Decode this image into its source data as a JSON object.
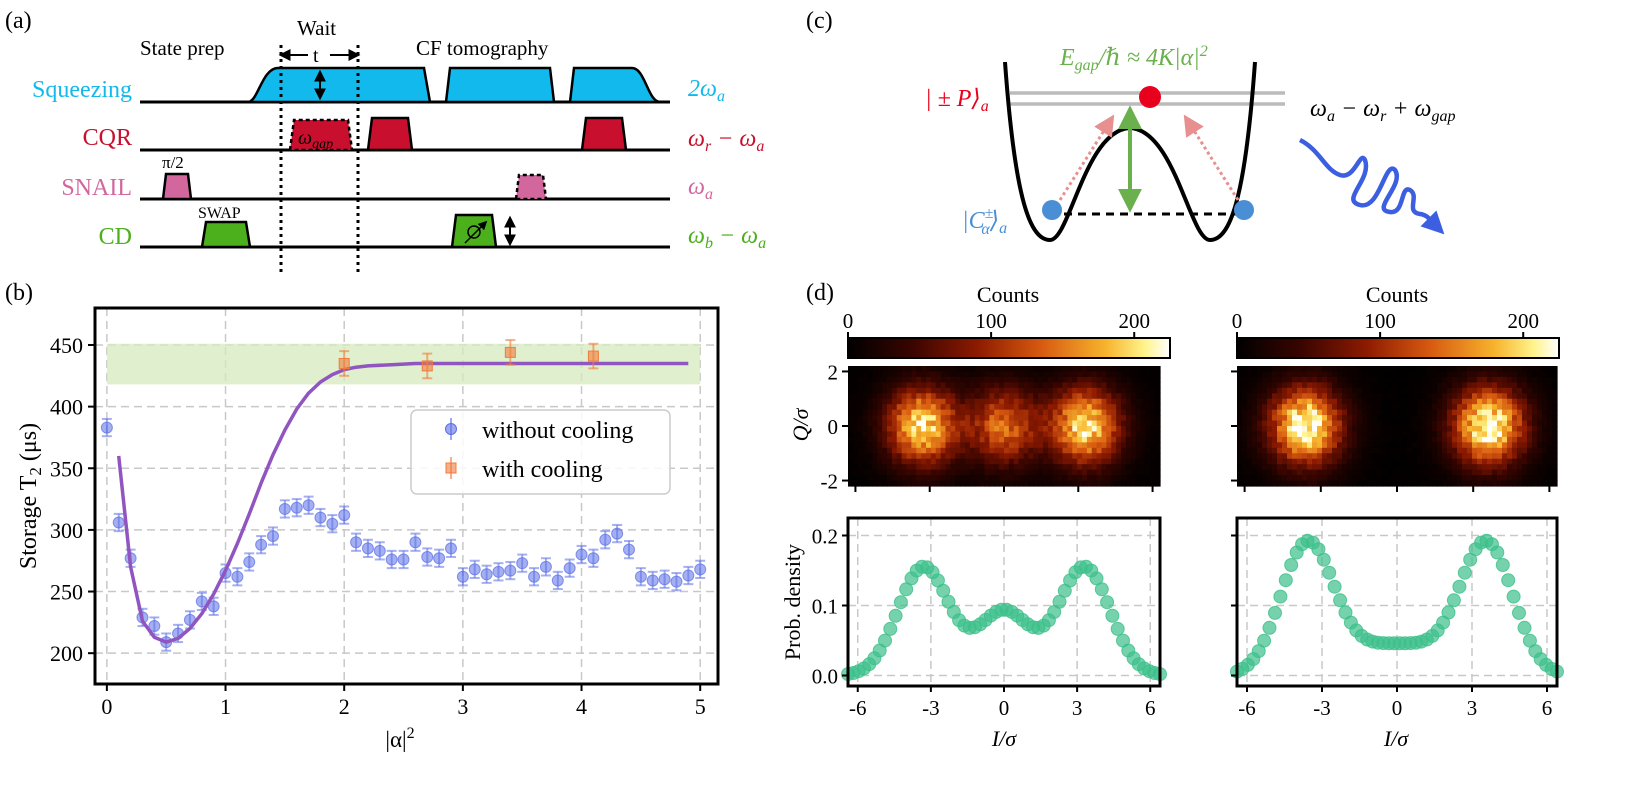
{
  "figure": {
    "panel_labels": {
      "a": "(a)",
      "b": "(b)",
      "c": "(c)",
      "d": "(d)"
    }
  },
  "panel_a": {
    "channels": [
      {
        "name": "Squeezing",
        "freq_label": "2ω",
        "freq_sub": "a",
        "color": "#12b9ec"
      },
      {
        "name": "CQR",
        "freq_label": "ω",
        "freq_sub": "r",
        "freq_rest": " − ω",
        "freq_sub2": "a",
        "color": "#c8102e"
      },
      {
        "name": "SNAIL",
        "freq_label": "ω",
        "freq_sub": "a",
        "color": "#d2679e"
      },
      {
        "name": "CD",
        "freq_label": "ω",
        "freq_sub": "b",
        "freq_rest": " − ω",
        "freq_sub2": "a",
        "color": "#4caf1c"
      }
    ],
    "labels": {
      "state_prep": "State prep",
      "wait": "Wait",
      "t": "t",
      "cf_tomography": "CF tomography",
      "pi_half": "π/2",
      "swap": "SWAP",
      "omega_gap": "ω",
      "omega_gap_sub": "gap"
    }
  },
  "panel_c": {
    "energy_label": "E",
    "energy_sub": "gap",
    "energy_rest": "/ℏ ≈ 4K|α|",
    "energy_sup": "2",
    "pm_state": "| ± P⟩",
    "pm_sub": "a",
    "cat_state": "|C",
    "cat_sup": "±",
    "cat_sub": "α",
    "cat_rest": "⟩",
    "cat_sub2": "a",
    "drive_label": "ω",
    "drive_parts": [
      "a",
      " − ω",
      "r",
      " + ω",
      "gap"
    ],
    "colors": {
      "energy": "#6ab04c",
      "pm": "#e8001c",
      "cat": "#4a8fd6",
      "drive": "#3b5fe0"
    }
  },
  "panel_b": {
    "ylabel": "Storage T",
    "ylabel_sub": "2",
    "ylabel_unit": " (μs)",
    "xlabel": "|α|",
    "xlabel_sup": "2",
    "xticks": [
      0,
      1,
      2,
      3,
      4,
      5
    ],
    "yticks": [
      200,
      250,
      300,
      350,
      400,
      450
    ],
    "legend": [
      "without cooling",
      "with cooling"
    ]
  },
  "panel_d": {
    "colorbar_label": "Counts",
    "colorbar_ticks": [
      0,
      100,
      200
    ],
    "ylabel_top": "Q/σ",
    "yticks_top": [
      "2",
      "0",
      "-2"
    ],
    "ylabel_bottom": "Prob. density",
    "yticks_bottom": [
      "0.2",
      "0.1",
      "0.0"
    ],
    "xlabel": "I/σ",
    "xticks": [
      "-6",
      "-3",
      "0",
      "3",
      "6"
    ]
  },
  "chart_data": [
    {
      "type": "scatter",
      "xlabel": "|α|²",
      "ylabel": "Storage T₂ (μs)",
      "xlim": [
        -0.1,
        5.15
      ],
      "ylim": [
        175,
        480
      ],
      "grid": true,
      "legend_position": "center-right",
      "colors": {
        "without": "#5b6fe6",
        "with": "#f07c3c",
        "fit": "#9055c0",
        "band": "#d6ebbd"
      },
      "series": [
        {
          "name": "without cooling",
          "marker": "circle",
          "x": [
            0.0,
            0.1,
            0.2,
            0.3,
            0.4,
            0.5,
            0.6,
            0.7,
            0.8,
            0.9,
            1.0,
            1.1,
            1.2,
            1.3,
            1.4,
            1.5,
            1.6,
            1.7,
            1.8,
            1.9,
            2.0,
            2.1,
            2.2,
            2.3,
            2.4,
            2.5,
            2.6,
            2.7,
            2.8,
            2.9,
            3.0,
            3.1,
            3.2,
            3.3,
            3.4,
            3.5,
            3.6,
            3.7,
            3.8,
            3.9,
            4.0,
            4.1,
            4.2,
            4.3,
            4.4,
            4.5,
            4.6,
            4.7,
            4.8,
            4.9,
            5.0
          ],
          "values": [
            383,
            306,
            277,
            229,
            222,
            209,
            216,
            227,
            242,
            238,
            265,
            262,
            274,
            288,
            295,
            317,
            318,
            320,
            310,
            305,
            312,
            290,
            285,
            283,
            276,
            276,
            290,
            278,
            277,
            285,
            262,
            268,
            264,
            266,
            267,
            273,
            262,
            270,
            259,
            269,
            280,
            277,
            292,
            297,
            284,
            262,
            259,
            260,
            258,
            263,
            268
          ],
          "error": 7
        },
        {
          "name": "with cooling",
          "marker": "square",
          "x": [
            2.0,
            2.7,
            3.4,
            4.1
          ],
          "values": [
            435,
            433,
            444,
            441
          ],
          "error": 10
        },
        {
          "name": "fit",
          "style": "line",
          "x": [
            0.1,
            0.2,
            0.3,
            0.4,
            0.5,
            0.6,
            0.7,
            0.8,
            0.9,
            1.0,
            1.1,
            1.2,
            1.3,
            1.4,
            1.5,
            1.6,
            1.7,
            1.8,
            1.9,
            2.0,
            2.1,
            2.2,
            2.4,
            2.6,
            2.8,
            3.0,
            3.5,
            4.0,
            4.5,
            4.9
          ],
          "values": [
            360,
            270,
            226,
            213,
            209,
            212,
            220,
            232,
            248,
            267,
            289,
            313,
            338,
            361,
            381,
            398,
            411,
            420,
            426,
            430,
            432,
            433,
            434,
            435,
            435,
            435,
            435,
            435,
            435,
            435
          ]
        }
      ],
      "band": {
        "y_range": [
          418,
          451
        ]
      }
    },
    {
      "type": "heatmap",
      "title": "left",
      "xlim": [
        -6.3,
        6.3
      ],
      "ylim": [
        -2.2,
        2.2
      ],
      "colorbar_range": [
        0,
        225
      ],
      "blobs": [
        {
          "x": -3.3,
          "y": 0,
          "peak": 200
        },
        {
          "x": 0.0,
          "y": 0,
          "peak": 140
        },
        {
          "x": 3.3,
          "y": 0,
          "peak": 200
        }
      ]
    },
    {
      "type": "heatmap",
      "title": "right",
      "xlim": [
        -6.3,
        6.3
      ],
      "ylim": [
        -2.2,
        2.2
      ],
      "colorbar_range": [
        0,
        225
      ],
      "blobs": [
        {
          "x": -3.6,
          "y": 0,
          "peak": 225
        },
        {
          "x": 3.6,
          "y": 0,
          "peak": 225
        }
      ]
    },
    {
      "type": "scatter",
      "title": "left",
      "xlabel": "I/σ",
      "ylabel": "Prob. density",
      "xlim": [
        -6.4,
        6.4
      ],
      "ylim": [
        -0.015,
        0.225
      ],
      "color": "#3cbf8a",
      "components": [
        {
          "mu": -3.3,
          "sigma": 1.05,
          "amp": 0.155
        },
        {
          "mu": 0.0,
          "sigma": 1.05,
          "amp": 0.092
        },
        {
          "mu": 3.3,
          "sigma": 1.05,
          "amp": 0.155
        }
      ],
      "x_range": [
        -6.4,
        6.4
      ],
      "n_points": 60
    },
    {
      "type": "scatter",
      "title": "right",
      "xlabel": "I/σ",
      "ylabel": "Prob. density",
      "xlim": [
        -6.4,
        6.4
      ],
      "ylim": [
        -0.015,
        0.225
      ],
      "color": "#3cbf8a",
      "components": [
        {
          "mu": -3.6,
          "sigma": 1.05,
          "amp": 0.182
        },
        {
          "mu": 3.6,
          "sigma": 1.05,
          "amp": 0.182
        }
      ],
      "baseline": 0.045,
      "baseline_mu": 0.0,
      "baseline_sigma": 2.1,
      "x_range": [
        -6.4,
        6.4
      ],
      "n_points": 60
    }
  ]
}
